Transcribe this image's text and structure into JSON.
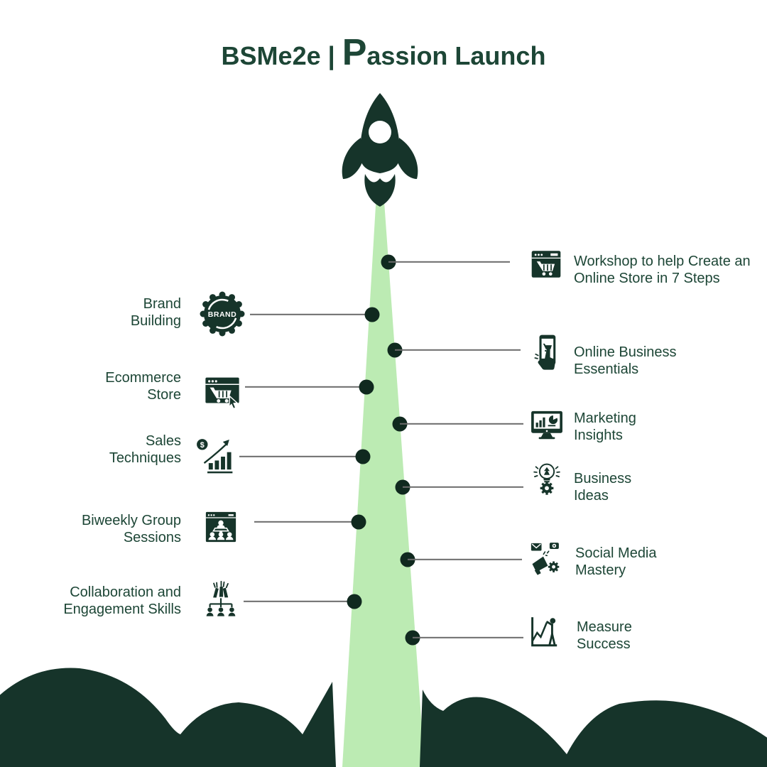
{
  "title": {
    "prefix": "BSMe2e | ",
    "big_letter": "P",
    "rest": "assion Launch"
  },
  "colors": {
    "dark_green": "#16342a",
    "trail_green": "#bcebb3",
    "connector_gray": "#6b6b6b",
    "text_green": "#1d4636",
    "background": "#ffffff"
  },
  "rocket": {
    "icon": "rocket-icon"
  },
  "badge_text": "BRAND",
  "left_items": [
    {
      "icon": "brand-badge-icon",
      "line1": "Brand",
      "line2": "Building"
    },
    {
      "icon": "ecommerce-store-icon",
      "line1": "Ecommerce",
      "line2": "Store"
    },
    {
      "icon": "sales-growth-icon",
      "line1": "Sales",
      "line2": "Techniques"
    },
    {
      "icon": "group-session-icon",
      "line1": "Biweekly Group",
      "line2": "Sessions"
    },
    {
      "icon": "collaboration-icon",
      "line1": "Collaboration and",
      "line2": "Engagement Skills"
    }
  ],
  "right_items": [
    {
      "icon": "online-store-icon",
      "line1": "Workshop to help Create an",
      "line2": "Online Store in 7 Steps"
    },
    {
      "icon": "mobile-commerce-icon",
      "line1": "Online Business",
      "line2": "Essentials"
    },
    {
      "icon": "analytics-monitor-icon",
      "line1": "Marketing",
      "line2": "Insights"
    },
    {
      "icon": "idea-gear-icon",
      "line1": "Business",
      "line2": "Ideas"
    },
    {
      "icon": "social-media-icon",
      "line1": "Social Media",
      "line2": "Mastery"
    },
    {
      "icon": "measure-success-icon",
      "line1": "Measure",
      "line2": "Success"
    }
  ]
}
